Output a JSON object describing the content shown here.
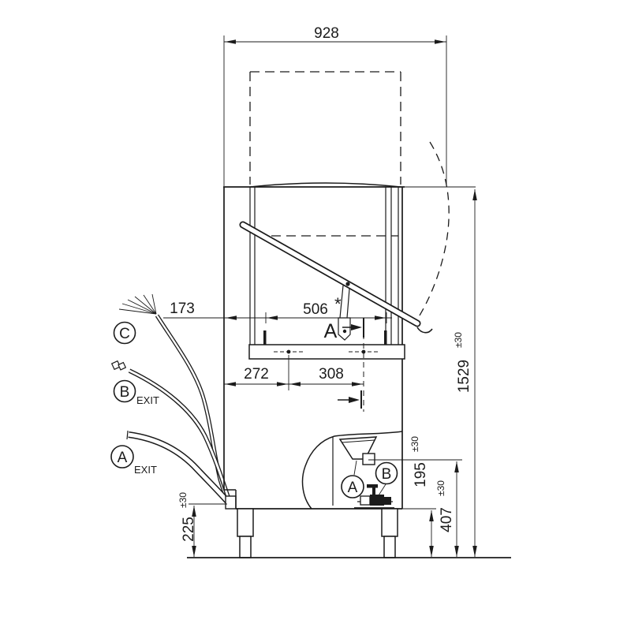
{
  "drawing": {
    "type": "hood-dishwasher installation side view",
    "colors": {
      "line": "#1b1b1b",
      "background": "#ffffff"
    }
  },
  "dims": {
    "total_width": "928",
    "left_offset": "173",
    "opening": "506",
    "opening_mark": "*",
    "pitch_1": "272",
    "pitch_2": "308",
    "h_hose": "225",
    "h_hose_tol": "±30",
    "h_b": "195",
    "h_b_tol": "±30",
    "h_a": "407",
    "h_a_tol": "±30",
    "h_total": "1529",
    "h_total_tol": "±30"
  },
  "connections": {
    "c": "C",
    "b": "B",
    "b_exit": "EXIT",
    "a": "A",
    "a_exit": "EXIT",
    "point_a": "A",
    "point_b": "B"
  },
  "section": {
    "label": "A"
  }
}
